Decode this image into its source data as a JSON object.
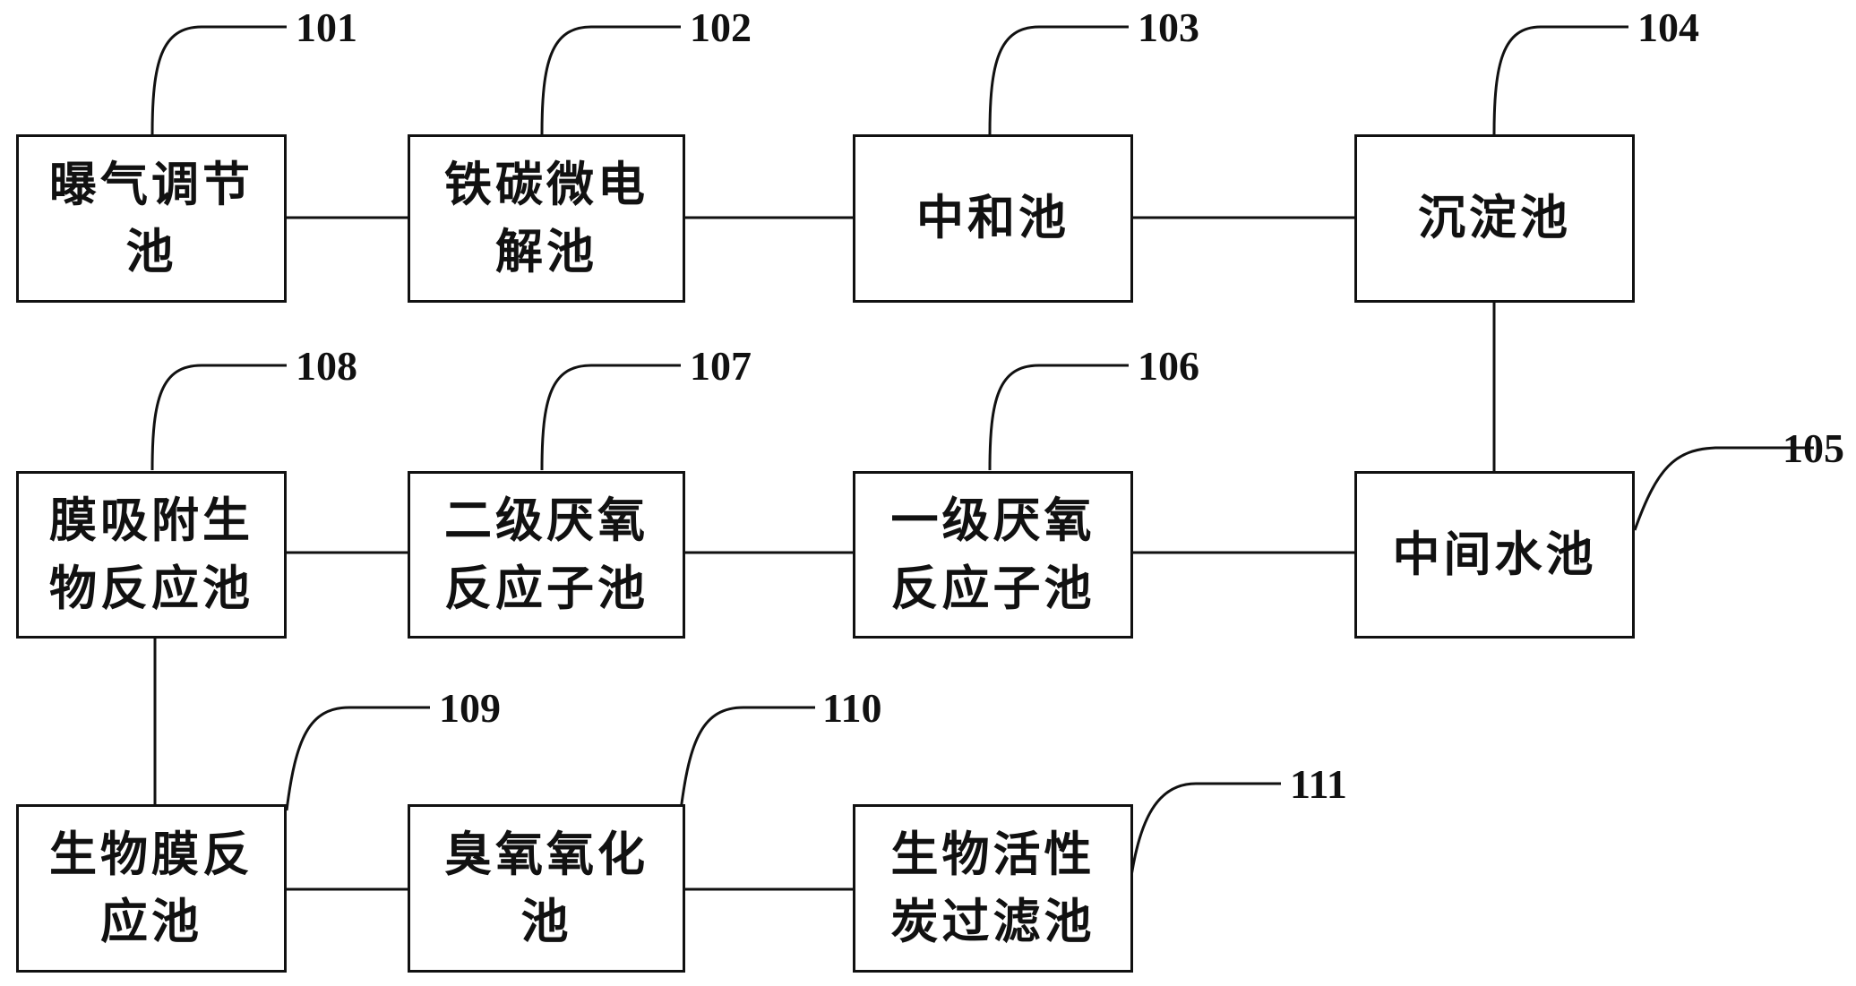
{
  "nodes": [
    {
      "id": "101",
      "label": "曝气调节\n池"
    },
    {
      "id": "102",
      "label": "铁碳微电\n解池"
    },
    {
      "id": "103",
      "label": "中和池"
    },
    {
      "id": "104",
      "label": "沉淀池"
    },
    {
      "id": "105",
      "label": "中间水池"
    },
    {
      "id": "106",
      "label": "一级厌氧\n反应子池"
    },
    {
      "id": "107",
      "label": "二级厌氧\n反应子池"
    },
    {
      "id": "108",
      "label": "膜吸附生\n物反应池"
    },
    {
      "id": "109",
      "label": "生物膜反\n应池"
    },
    {
      "id": "110",
      "label": "臭氧氧化\n池"
    },
    {
      "id": "111",
      "label": "生物活性\n炭过滤池"
    }
  ],
  "refs": {
    "r101": "101",
    "r102": "102",
    "r103": "103",
    "r104": "104",
    "r105": "105",
    "r106": "106",
    "r107": "107",
    "r108": "108",
    "r109": "109",
    "r110": "110",
    "r111": "111"
  }
}
